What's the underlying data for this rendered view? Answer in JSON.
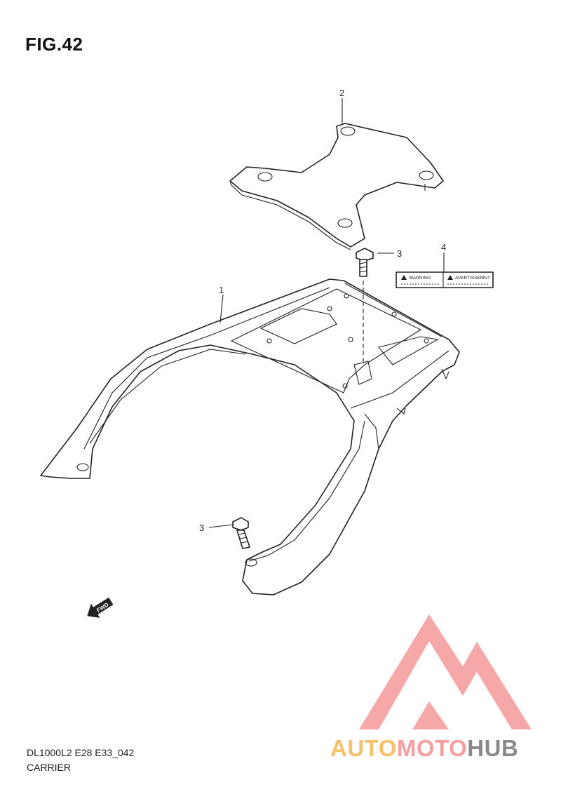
{
  "figure": {
    "title": "FIG.42"
  },
  "callouts": [
    {
      "id": "1",
      "label": "1"
    },
    {
      "id": "2",
      "label": "2"
    },
    {
      "id": "3a",
      "label": "3"
    },
    {
      "id": "3b",
      "label": "3"
    },
    {
      "id": "4",
      "label": "4"
    }
  ],
  "label_sticker": {
    "left_text": "WARNING",
    "right_text": "AVERTISSEMNT"
  },
  "fwd_arrow": {
    "text": "FWD"
  },
  "footer": {
    "model_code": "DL1000L2 E28 E33_042",
    "section": "CARRIER"
  },
  "watermark": {
    "part_auto": "AUTO",
    "part_moto": "MOTO",
    "part_hub": "HUB",
    "colors": {
      "auto": "#f5c26b",
      "moto": "#f4a0a0",
      "hub": "#8a8a8a",
      "logo": "#f59a9a"
    }
  }
}
